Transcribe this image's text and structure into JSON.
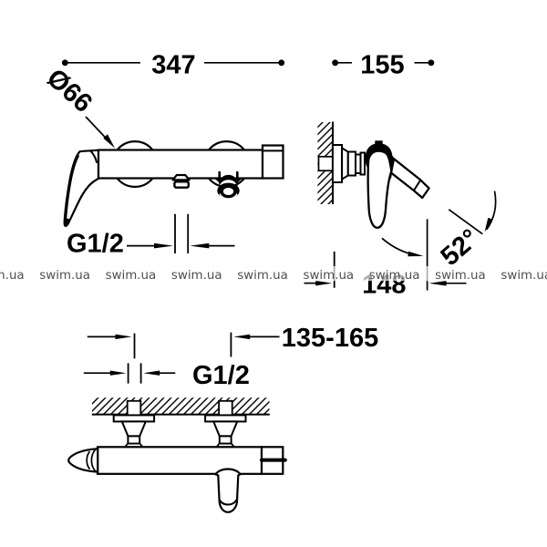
{
  "document": {
    "kind": "faucet installation dimension drawing",
    "background_color": "#ffffff",
    "ink_color": "#000000"
  },
  "annotations": {
    "overall_width": {
      "label": "347"
    },
    "depth": {
      "label": "155"
    },
    "flange_diameter": {
      "label": "Ø66"
    },
    "outlet_thread": {
      "label": "G1/2"
    },
    "handle_swing_angle": {
      "label": "52°"
    },
    "wall_to_front": {
      "label": "148"
    },
    "connection_centers": {
      "label": "135-165"
    },
    "inlet_thread": {
      "label": "G1/2"
    }
  },
  "watermark": {
    "text": "swim.ua",
    "color": "#4e4e50",
    "band_color": "#ffffff",
    "band_opacity": 0.68,
    "baseline_y": 305.8,
    "positions_x": [
      -29,
      43.3,
      115.6,
      187.9,
      260.2,
      332.5,
      404.8,
      477.1,
      549.4
    ]
  }
}
